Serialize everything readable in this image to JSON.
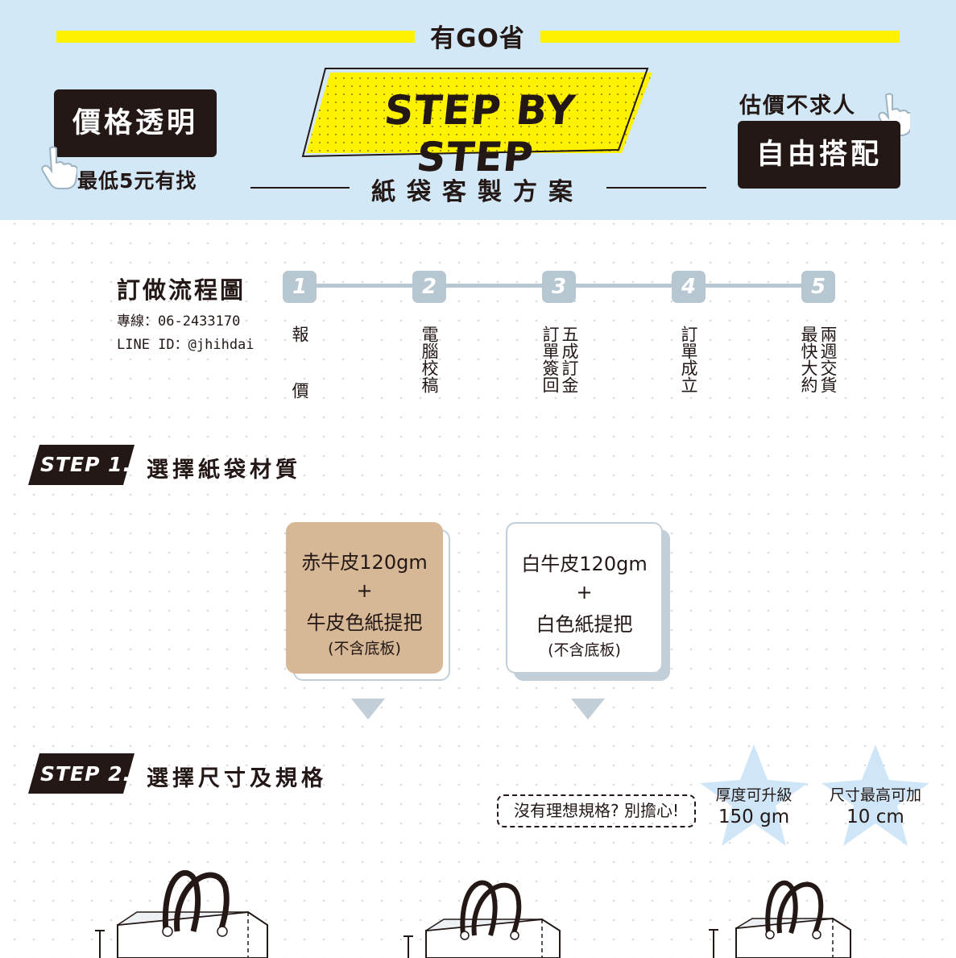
{
  "header": {
    "brand": "有GO省",
    "price_box": "價格透明",
    "price_sub": "最低5元有找",
    "free_head": "估價不求人",
    "free_box": "自由搭配",
    "banner": "STEP BY STEP",
    "sub_title": "紙袋客製方案"
  },
  "flow": {
    "title": "訂做流程圖",
    "phone": "專線：06-2433170",
    "line_id": "LINE ID：@jhihdai",
    "steps": [
      {
        "num": "1",
        "cols": [
          "報　價"
        ]
      },
      {
        "num": "2",
        "cols": [
          "電腦校稿"
        ]
      },
      {
        "num": "3",
        "cols": [
          "五成訂金",
          "訂單簽回"
        ]
      },
      {
        "num": "4",
        "cols": [
          "訂單成立"
        ]
      },
      {
        "num": "5",
        "cols": [
          "兩週交貨",
          "最快大約"
        ]
      }
    ]
  },
  "step1": {
    "tag": "STEP 1.",
    "title": "選擇紙袋材質",
    "cards": [
      {
        "line1": "赤牛皮120gm",
        "line2": "+",
        "line3": "牛皮色紙提把",
        "line4": "(不含底板)"
      },
      {
        "line1": "白牛皮120gm",
        "line2": "+",
        "line3": "白色紙提把",
        "line4": "(不含底板)"
      }
    ]
  },
  "step2": {
    "tag": "STEP 2.",
    "title": "選擇尺寸及規格",
    "note": "沒有理想規格? 別擔心!",
    "stars": [
      {
        "label": "厚度可升級",
        "value": "150 gm"
      },
      {
        "label": "尺寸最高可加",
        "value": "10 cm"
      }
    ]
  },
  "colors": {
    "header_bg": "#d3e8f7",
    "yellow": "#fff200",
    "dark": "#231815",
    "kraft": "#d6b796",
    "steel": "#b7c7d2",
    "star": "#cfe6f8"
  }
}
